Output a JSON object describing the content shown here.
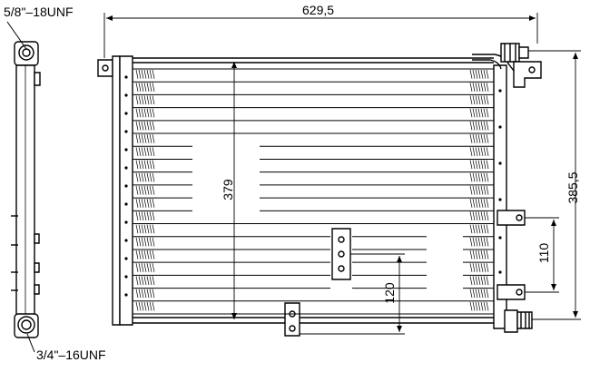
{
  "drawing": {
    "thread_top": "5/8\"–18UNF",
    "thread_bottom": "3/4\"–16UNF",
    "dimensions": {
      "overall_width": "629,5",
      "core_height": "379",
      "overall_height": "385,5",
      "bracket_spacing": "110",
      "lower_spacing": "120"
    }
  }
}
